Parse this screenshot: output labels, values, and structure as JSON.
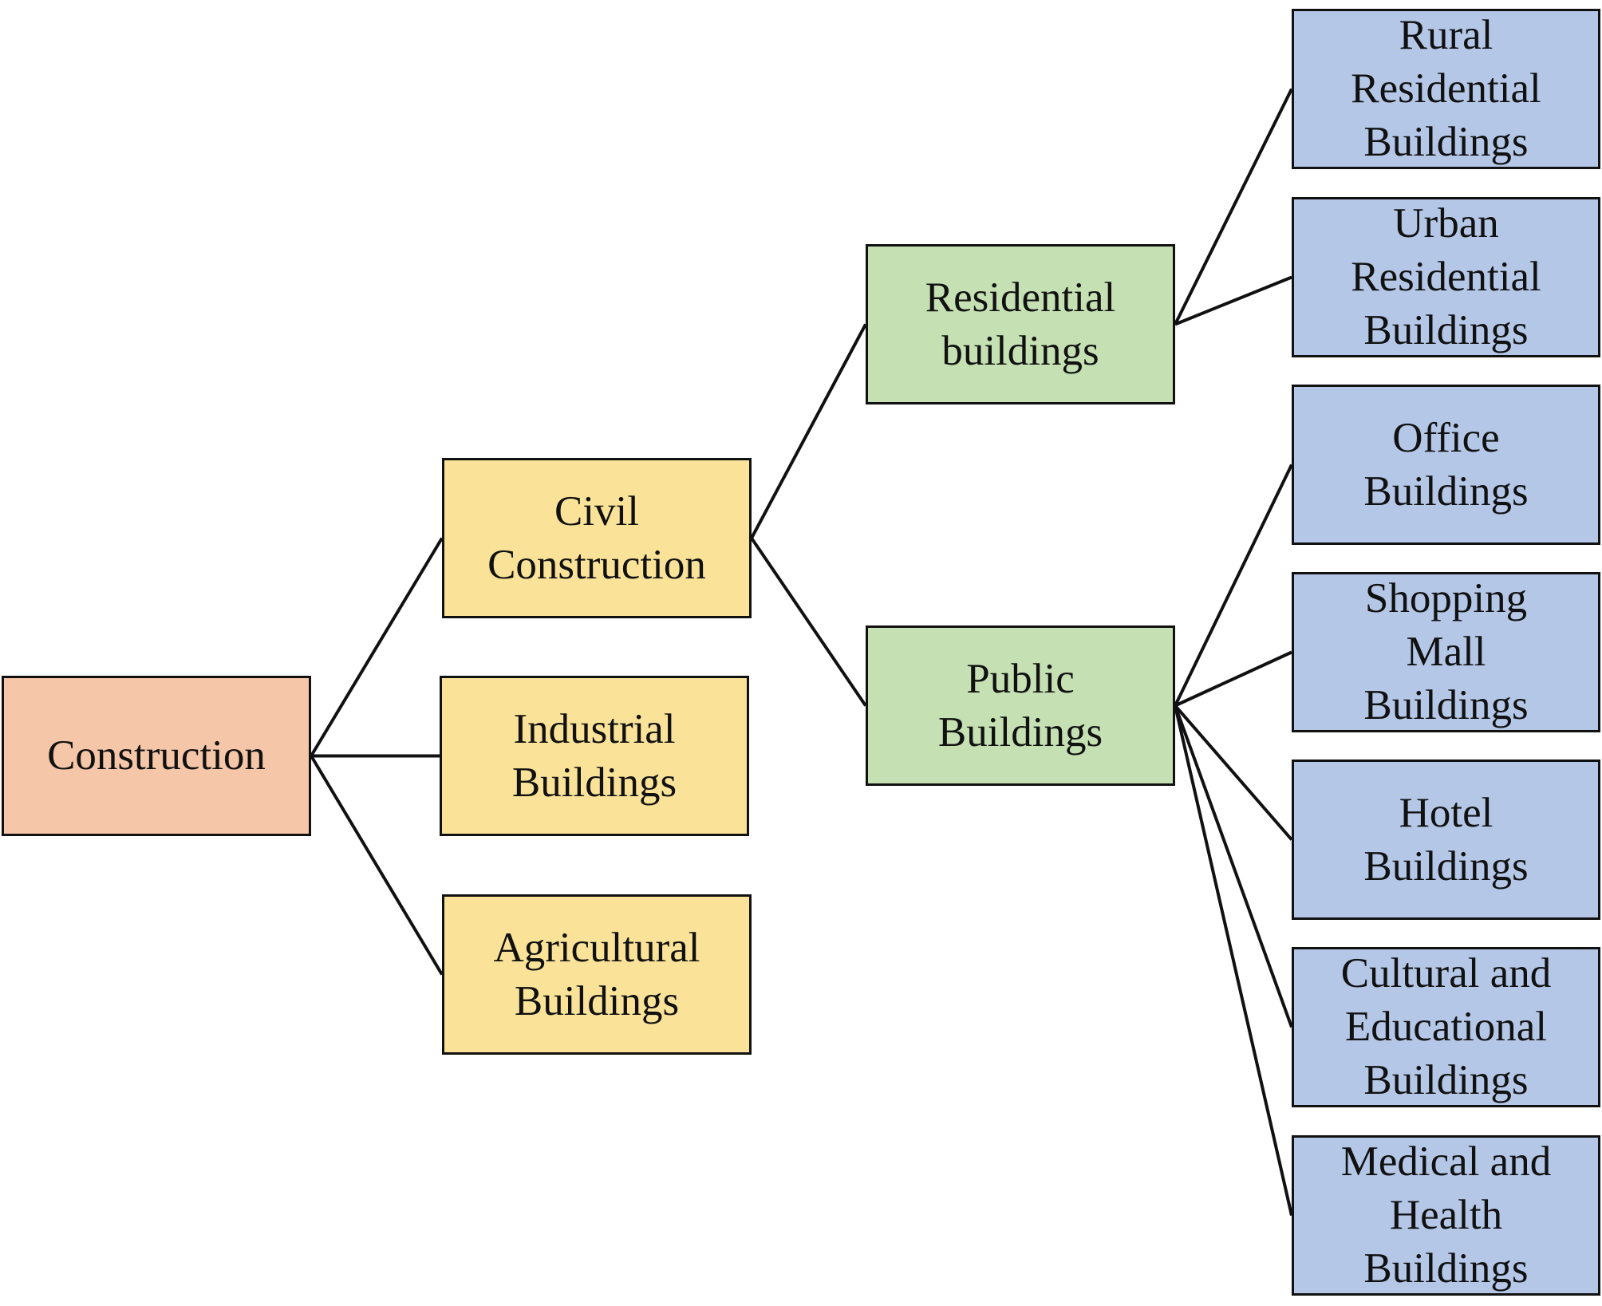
{
  "diagram": {
    "colors": {
      "level0": "#f6c6a8",
      "level1": "#fae399",
      "level2": "#c5e0b3",
      "level3": "#b4c7e7",
      "border": "#111111",
      "connector": "#111111"
    },
    "nodes": {
      "construction": "Construction",
      "civil": "Civil\nConstruction",
      "industrial": "Industrial\nBuildings",
      "agricultural": "Agricultural\nBuildings",
      "residential": "Residential\nbuildings",
      "public": "Public\nBuildings",
      "rural": "Rural\nResidential\nBuildings",
      "urban": "Urban\nResidential\nBuildings",
      "office": "Office\nBuildings",
      "shopping": "Shopping\nMall\nBuildings",
      "hotel": "Hotel\nBuildings",
      "cultural": "Cultural and\nEducational\nBuildings",
      "medical": "Medical and\nHealth\nBuildings"
    },
    "edges": [
      [
        "construction",
        "civil"
      ],
      [
        "construction",
        "industrial"
      ],
      [
        "construction",
        "agricultural"
      ],
      [
        "civil",
        "residential"
      ],
      [
        "civil",
        "public"
      ],
      [
        "residential",
        "rural"
      ],
      [
        "residential",
        "urban"
      ],
      [
        "public",
        "office"
      ],
      [
        "public",
        "shopping"
      ],
      [
        "public",
        "hotel"
      ],
      [
        "public",
        "cultural"
      ],
      [
        "public",
        "medical"
      ]
    ]
  }
}
